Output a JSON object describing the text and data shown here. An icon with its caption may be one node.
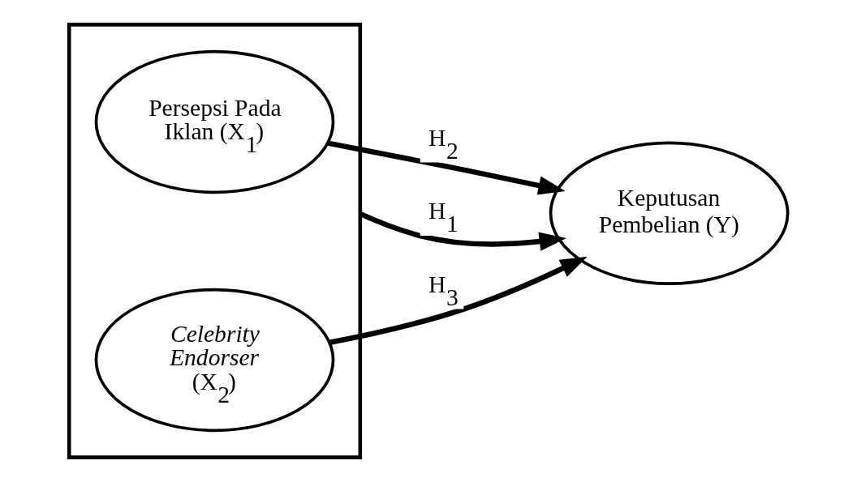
{
  "diagram": {
    "nodes": [
      {
        "text": [],
        "shape": "box"
      },
      {
        "text": [
          "Persepsi Pada Iklan (X$_{1}$)"
        ],
        "in": 0
      },
      {
        "text": [
          "*Celebrity Endorser* (X$_{2}$)"
        ],
        "in": 0
      },
      {
        "text": [
          "Keputusan Pembelian (Y)"
        ]
      }
    ],
    "edges": [
      {
        "from": 1,
        "to": 3,
        "arrow": "to",
        "label": "H$_{2}$"
      },
      {
        "from": 0,
        "to": 3,
        "arrow": "to",
        "label": "H$_{1}$"
      },
      {
        "from": 2,
        "to": 3,
        "arrow": "to",
        "label": "H$_{3}$"
      }
    ]
  }
}
